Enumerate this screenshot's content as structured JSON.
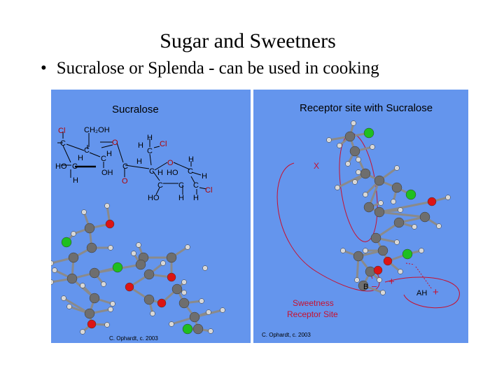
{
  "slide": {
    "title": "Sugar and Sweetners",
    "bullet_symbol": "•",
    "bullet": "Sucralose or Splenda - can be used in cooking"
  },
  "left_panel": {
    "heading": "Sucralose",
    "credit": "C. Ophardt, c. 2003",
    "formula_labels": {
      "cl": "Cl",
      "h": "H",
      "c": "C",
      "o": "O",
      "ho": "HO",
      "oh": "OH",
      "ch2oh": "CH₂OH"
    }
  },
  "right_panel": {
    "heading": "Receptor site with Sucralose",
    "site_x": "X",
    "site_b": "B",
    "minus": "–",
    "plus": "+",
    "site_ah": "AH",
    "caption_line1": "Sweetness",
    "caption_line2": "Receptor Site",
    "credit": "C. Ophardt, c. 2003"
  },
  "colors": {
    "panel_bg": "#6495ed",
    "atom_carbon": "#6e6e6e",
    "atom_oxygen": "#dc1414",
    "atom_chlorine": "#1fbf1f",
    "atom_hydrogen": "#d8d8d8",
    "receptor_line": "#c8102e"
  }
}
